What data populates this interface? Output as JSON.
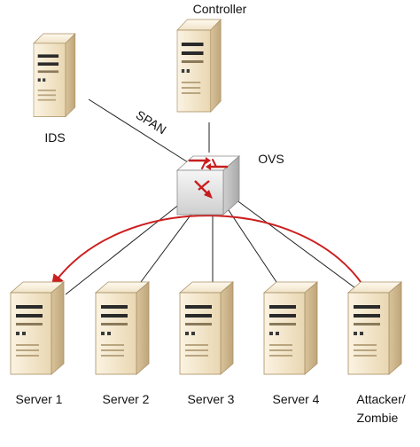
{
  "diagram": {
    "labels": {
      "controller": "Controller",
      "ids": "IDS",
      "span": "SPAN",
      "ovs": "OVS",
      "server1": "Server 1",
      "server2": "Server 2",
      "server3": "Server 3",
      "server4": "Server 4",
      "attacker_line1": "Attacker/",
      "attacker_line2": "Zombie"
    },
    "colors": {
      "link": "#222222",
      "attack_path": "#cc1f1f",
      "server_front": "#f1e3c4",
      "server_side": "#d3bd93",
      "switch_body": "#e8e8e8",
      "switch_arrows": "#c81e1e"
    },
    "icons": {
      "server": "server-tower-icon",
      "switch": "network-switch-icon"
    }
  }
}
